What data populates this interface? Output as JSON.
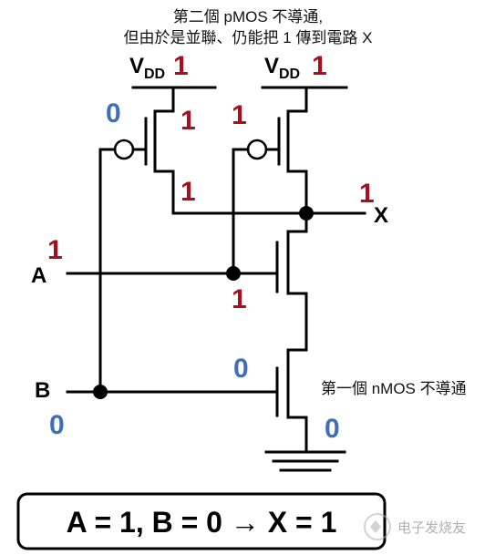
{
  "notes": {
    "pmos_line1": "第二個 pMOS 不導通,",
    "pmos_line2": "但由於是並聯、仍能把 1 傳到電路 X",
    "nmos": "第一個 nMOS 不導通"
  },
  "supply": {
    "vdd_main": "V",
    "vdd_sub": "DD"
  },
  "inputs": {
    "a_label": "A",
    "b_label": "B",
    "x_label": "X"
  },
  "logic_values": {
    "vdd1": "1",
    "vdd2": "1",
    "pmos1_gate": "0",
    "pmos1_source": "1",
    "pmos1_drain": "1",
    "pmos2_gate": "1",
    "x_value": "1",
    "a_value": "1",
    "nmos_top_gate": "1",
    "nmos_bottom_gate": "0",
    "b_value": "0",
    "ground_value": "0"
  },
  "summary": {
    "text": "A = 1, B = 0 → X = 1"
  },
  "watermark": {
    "text": "电子发烧友"
  },
  "colors": {
    "high": "#a80f1e",
    "low": "#3f6fb4"
  }
}
